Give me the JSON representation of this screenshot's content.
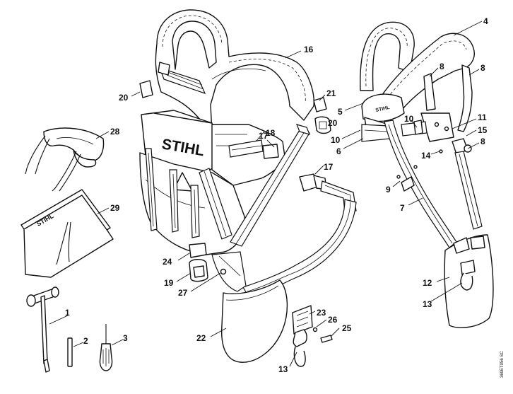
{
  "brand": "STIHL",
  "drawing_code": "369ET056 SC",
  "callouts": [
    {
      "label": "1"
    },
    {
      "label": "2"
    },
    {
      "label": "3"
    },
    {
      "label": "4"
    },
    {
      "label": "5"
    },
    {
      "label": "6"
    },
    {
      "label": "7"
    },
    {
      "label": "8"
    },
    {
      "label": "8"
    },
    {
      "label": "8"
    },
    {
      "label": "9"
    },
    {
      "label": "10"
    },
    {
      "label": "10"
    },
    {
      "label": "11"
    },
    {
      "label": "12"
    },
    {
      "label": "13"
    },
    {
      "label": "13"
    },
    {
      "label": "14"
    },
    {
      "label": "15"
    },
    {
      "label": "16"
    },
    {
      "label": "17"
    },
    {
      "label": "17"
    },
    {
      "label": "18"
    },
    {
      "label": "19"
    },
    {
      "label": "20"
    },
    {
      "label": "20"
    },
    {
      "label": "21"
    },
    {
      "label": "22"
    },
    {
      "label": "23"
    },
    {
      "label": "24"
    },
    {
      "label": "25"
    },
    {
      "label": "26"
    },
    {
      "label": "27"
    },
    {
      "label": "28"
    },
    {
      "label": "29"
    }
  ]
}
